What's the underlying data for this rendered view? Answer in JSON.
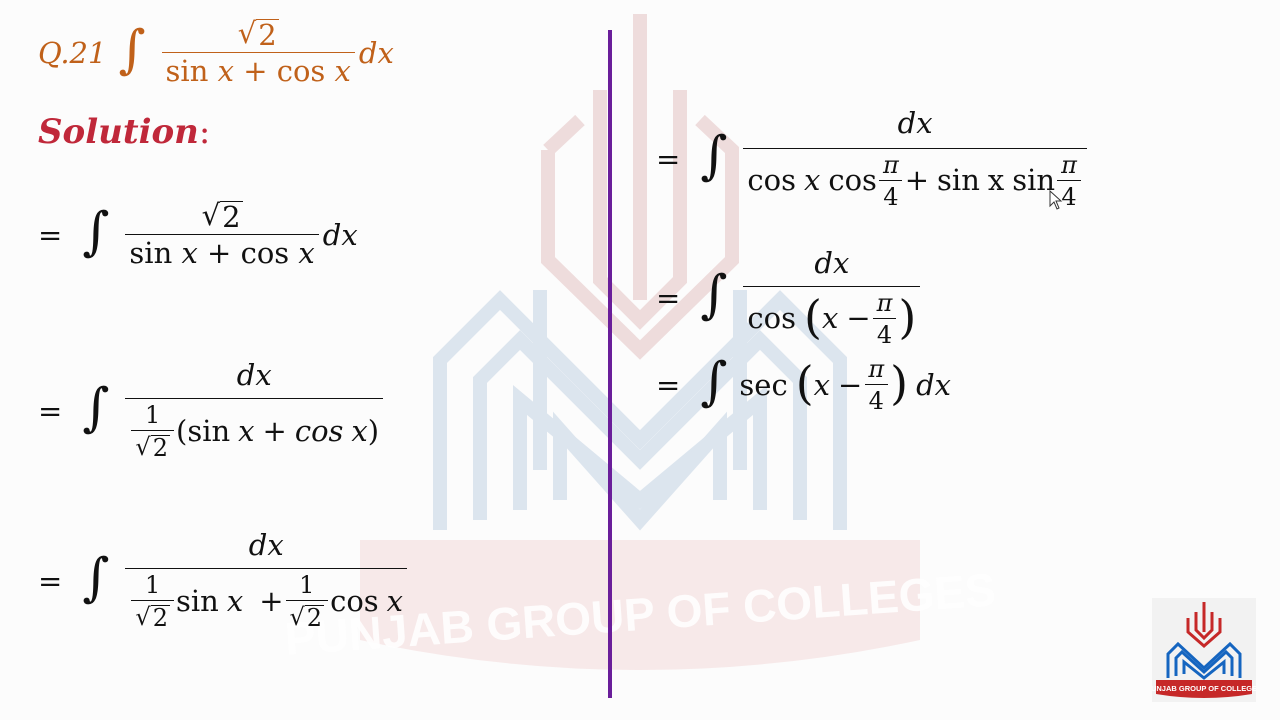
{
  "slide": {
    "question_label": "Q.21",
    "solution_label": "Solution",
    "solution_colon": ":",
    "watermark_text": "PUNJAB GROUP OF COLLEGES",
    "logo_text": "PUNJAB GROUP OF COLLEGES",
    "colors": {
      "question": "#c0611a",
      "solution": "#c0283a",
      "divider": "#6a1e9a",
      "watermark_red": "#e8b3b3",
      "watermark_blue": "#bcd0e3"
    }
  },
  "math": {
    "eq": "=",
    "integral": "∫",
    "dx": "dx",
    "sqrt2": "2",
    "one": "1",
    "pi": "π",
    "four": "4",
    "sin": "sin",
    "cos": "cos",
    "sec": "sec",
    "x": "x",
    "plus": "+",
    "minus": "−",
    "lparen": "(",
    "rparen": ")",
    "cos_x": "cos x",
    "sin_x": "sin x"
  },
  "icons": {
    "cursor": "mouse-pointer-icon",
    "logo": "punjab-group-logo-icon"
  }
}
